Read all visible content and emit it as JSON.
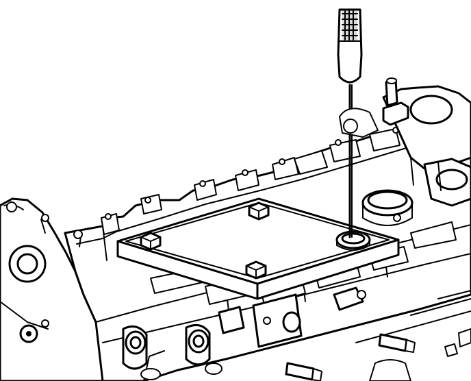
{
  "figure": {
    "description_visible_text": "",
    "colors": {
      "stroke": "#000000",
      "background": "#ffffff"
    },
    "parts": [
      "engine-block",
      "cylinder-head",
      "cover-plate",
      "bolt",
      "seal-ring",
      "installer-tool",
      "camshaft-sprocket-housing",
      "oil-gallery-plug"
    ]
  }
}
